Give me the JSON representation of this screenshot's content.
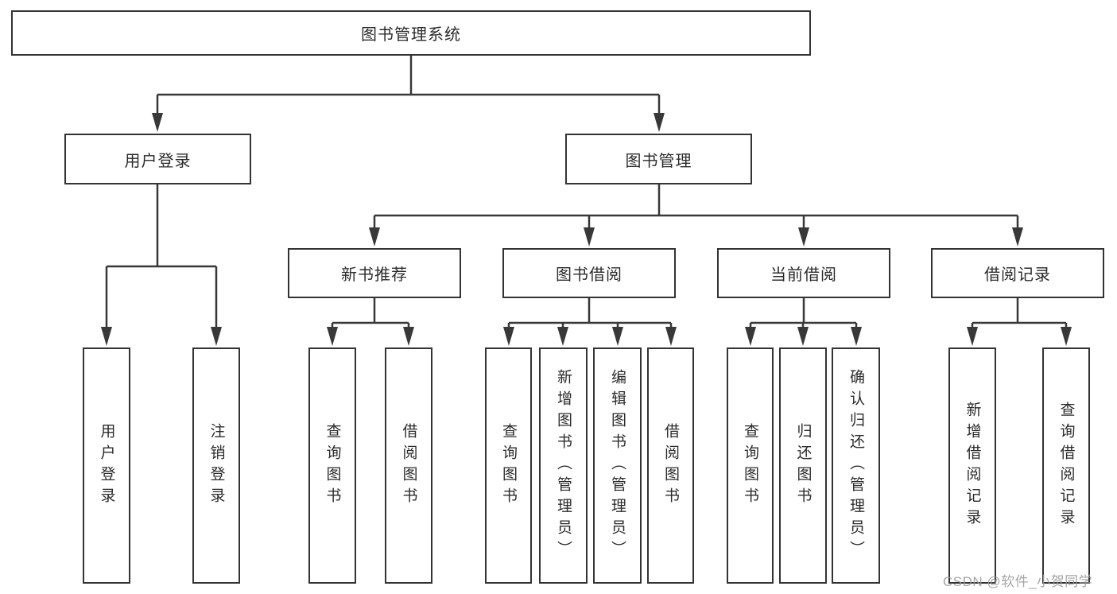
{
  "diagram": {
    "root": "图书管理系统",
    "level2": [
      "用户登录",
      "图书管理"
    ],
    "level3": [
      "新书推荐",
      "图书借阅",
      "当前借阅",
      "借阅记录"
    ],
    "leaves_user": [
      "用户登录",
      "注销登录"
    ],
    "leaves_newbook": [
      "查询图书",
      "借阅图书"
    ],
    "leaves_borrow": [
      "查询图书",
      "新增图书（管理员）",
      "编辑图书（管理员）",
      "借阅图书"
    ],
    "leaves_current": [
      "查询图书",
      "归还图书",
      "确认归还（管理员）"
    ],
    "leaves_records": [
      "新增借阅记录",
      "查询借阅记录"
    ]
  },
  "watermark": "CSDN @软件_小贺同学",
  "colors": {
    "line": "#383838",
    "box_border": "#333333",
    "text": "#2b2b2b",
    "watermark": "#9b9b9b",
    "background": "#ffffff"
  }
}
